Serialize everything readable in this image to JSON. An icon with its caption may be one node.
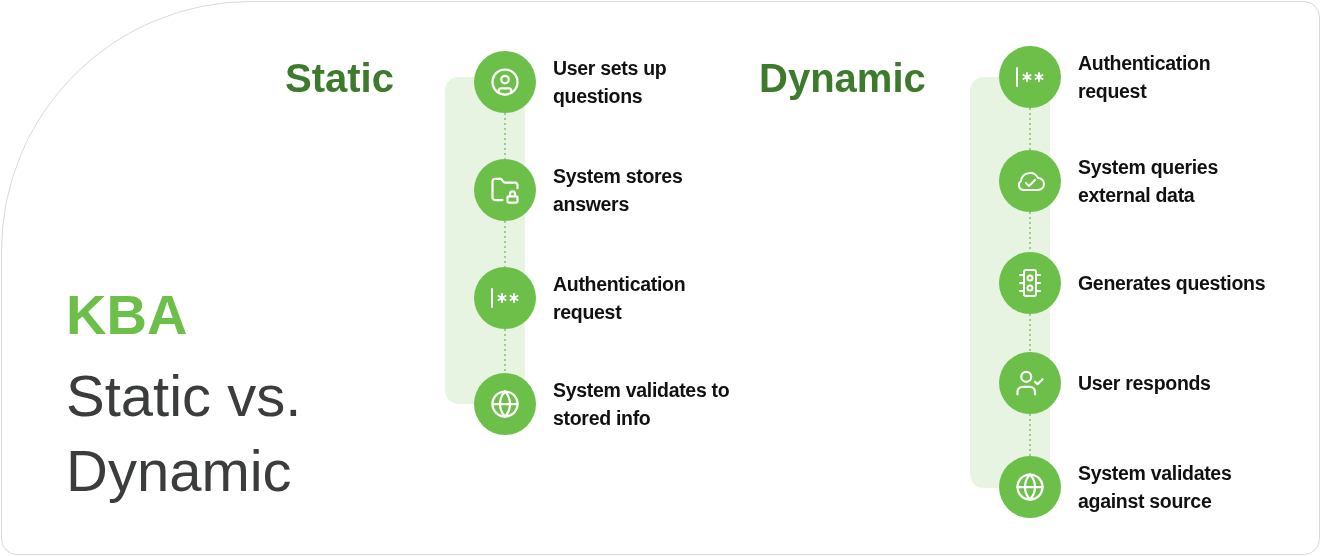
{
  "diagram": {
    "nodes": [
      {
        "text": [
          "User sets up questions"
        ]
      },
      {
        "text": [
          "System stores answers"
        ]
      },
      {
        "text": [
          "Authentication request"
        ]
      },
      {
        "text": [
          "System validates to stored info"
        ]
      },
      {
        "text": [
          "Authentication request"
        ]
      },
      {
        "text": [
          "System queries external data"
        ]
      },
      {
        "text": [
          "Generates questions"
        ]
      },
      {
        "text": [
          "User responds"
        ]
      },
      {
        "text": [
          "System validates against source"
        ]
      }
    ],
    "edges": [
      {
        "from": 0,
        "to": 1,
        "arrow": "none",
        "style": "dashed"
      },
      {
        "from": 1,
        "to": 2,
        "arrow": "none",
        "style": "dashed"
      },
      {
        "from": 2,
        "to": 3,
        "arrow": "none",
        "style": "dashed"
      },
      {
        "from": 4,
        "to": 5,
        "arrow": "none",
        "style": "dashed"
      },
      {
        "from": 5,
        "to": 6,
        "arrow": "none",
        "style": "dashed"
      },
      {
        "from": 6,
        "to": 7,
        "arrow": "none",
        "style": "dashed"
      },
      {
        "from": 7,
        "to": 8,
        "arrow": "none",
        "style": "dashed"
      }
    ],
    "labels": [
      "Static",
      "Dynamic",
      "KBA",
      "Static vs. Dynamic"
    ]
  }
}
